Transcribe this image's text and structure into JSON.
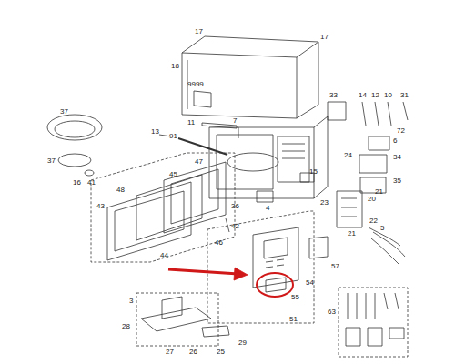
{
  "diagram": {
    "labels": [
      "17",
      "17",
      "18",
      "9999",
      "11",
      "7",
      "33",
      "14",
      "12",
      "10",
      "31",
      "72",
      "6",
      "37",
      "37",
      "16",
      "13",
      "91",
      "47",
      "45",
      "41",
      "48",
      "43",
      "44",
      "36",
      "4",
      "15",
      "24",
      "34",
      "35",
      "21",
      "20",
      "23",
      "21",
      "22",
      "42",
      "46",
      "5",
      "57",
      "54",
      "55",
      "51",
      "63",
      "3",
      "28",
      "27",
      "26",
      "25",
      "29"
    ]
  }
}
